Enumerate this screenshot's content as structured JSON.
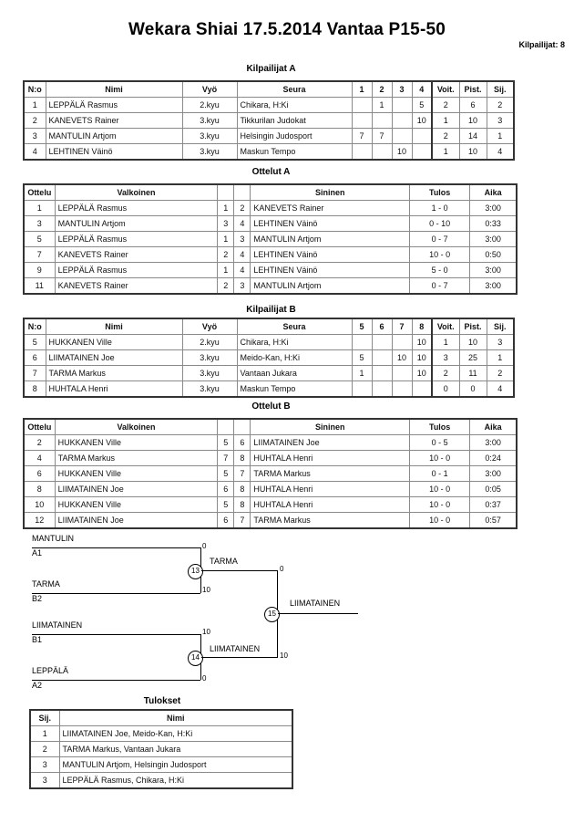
{
  "header": {
    "title": "Wekara Shiai  17.5.2014  Vantaa   P15-50",
    "competitors_label": "Kilpailijat: 8"
  },
  "pool_a": {
    "caption": "Kilpailijat A",
    "columns": [
      "N:o",
      "Nimi",
      "Vyö",
      "Seura",
      "1",
      "2",
      "3",
      "4",
      "Voit.",
      "Pist.",
      "Sij."
    ],
    "rows": [
      {
        "no": "1",
        "name": "LEPPÄLÄ Rasmus",
        "belt": "2.kyu",
        "club": "Chikara, H:Ki",
        "m": [
          "",
          "1",
          "",
          "5"
        ],
        "wins": "2",
        "points": "6",
        "rank": "2"
      },
      {
        "no": "2",
        "name": "KANEVETS Rainer",
        "belt": "3.kyu",
        "club": "Tikkurilan Judokat",
        "m": [
          "",
          "",
          "",
          "10"
        ],
        "wins": "1",
        "points": "10",
        "rank": "3"
      },
      {
        "no": "3",
        "name": "MANTULIN Artjom",
        "belt": "3.kyu",
        "club": "Helsingin Judosport",
        "m": [
          "7",
          "7",
          "",
          ""
        ],
        "wins": "2",
        "points": "14",
        "rank": "1"
      },
      {
        "no": "4",
        "name": "LEHTINEN Väinö",
        "belt": "3.kyu",
        "club": "Maskun Tempo",
        "m": [
          "",
          "",
          "10",
          ""
        ],
        "wins": "1",
        "points": "10",
        "rank": "4"
      }
    ]
  },
  "matches_a": {
    "caption": "Ottelut A",
    "columns": [
      "Ottelu",
      "Valkoinen",
      "",
      "",
      "Sininen",
      "Tulos",
      "Aika"
    ],
    "rows": [
      {
        "no": "1",
        "white": "LEPPÄLÄ Rasmus",
        "wn": "1",
        "bn": "2",
        "blue": "KANEVETS Rainer",
        "result": "1 - 0",
        "time": "3:00"
      },
      {
        "no": "3",
        "white": "MANTULIN Artjom",
        "wn": "3",
        "bn": "4",
        "blue": "LEHTINEN Väinö",
        "result": "0 - 10",
        "time": "0:33"
      },
      {
        "no": "5",
        "white": "LEPPÄLÄ Rasmus",
        "wn": "1",
        "bn": "3",
        "blue": "MANTULIN Artjom",
        "result": "0 - 7",
        "time": "3:00"
      },
      {
        "no": "7",
        "white": "KANEVETS Rainer",
        "wn": "2",
        "bn": "4",
        "blue": "LEHTINEN Väinö",
        "result": "10 - 0",
        "time": "0:50"
      },
      {
        "no": "9",
        "white": "LEPPÄLÄ Rasmus",
        "wn": "1",
        "bn": "4",
        "blue": "LEHTINEN Väinö",
        "result": "5 - 0",
        "time": "3:00"
      },
      {
        "no": "11",
        "white": "KANEVETS Rainer",
        "wn": "2",
        "bn": "3",
        "blue": "MANTULIN Artjom",
        "result": "0 - 7",
        "time": "3:00"
      }
    ]
  },
  "pool_b": {
    "caption": "Kilpailijat B",
    "columns": [
      "N:o",
      "Nimi",
      "Vyö",
      "Seura",
      "5",
      "6",
      "7",
      "8",
      "Voit.",
      "Pist.",
      "Sij."
    ],
    "rows": [
      {
        "no": "5",
        "name": "HUKKANEN Ville",
        "belt": "2.kyu",
        "club": "Chikara, H:Ki",
        "m": [
          "",
          "",
          "",
          "10"
        ],
        "wins": "1",
        "points": "10",
        "rank": "3"
      },
      {
        "no": "6",
        "name": "LIIMATAINEN Joe",
        "belt": "3.kyu",
        "club": "Meido-Kan, H:Ki",
        "m": [
          "5",
          "",
          "10",
          "10"
        ],
        "wins": "3",
        "points": "25",
        "rank": "1"
      },
      {
        "no": "7",
        "name": "TARMA Markus",
        "belt": "3.kyu",
        "club": "Vantaan Jukara",
        "m": [
          "1",
          "",
          "",
          "10"
        ],
        "wins": "2",
        "points": "11",
        "rank": "2"
      },
      {
        "no": "8",
        "name": "HUHTALA Henri",
        "belt": "3.kyu",
        "club": "Maskun Tempo",
        "m": [
          "",
          "",
          "",
          ""
        ],
        "wins": "0",
        "points": "0",
        "rank": "4"
      }
    ]
  },
  "matches_b": {
    "caption": "Ottelut B",
    "columns": [
      "Ottelu",
      "Valkoinen",
      "",
      "",
      "Sininen",
      "Tulos",
      "Aika"
    ],
    "rows": [
      {
        "no": "2",
        "white": "HUKKANEN Ville",
        "wn": "5",
        "bn": "6",
        "blue": "LIIMATAINEN Joe",
        "result": "0 - 5",
        "time": "3:00"
      },
      {
        "no": "4",
        "white": "TARMA Markus",
        "wn": "7",
        "bn": "8",
        "blue": "HUHTALA Henri",
        "result": "10 - 0",
        "time": "0:24"
      },
      {
        "no": "6",
        "white": "HUKKANEN Ville",
        "wn": "5",
        "bn": "7",
        "blue": "TARMA Markus",
        "result": "0 - 1",
        "time": "3:00"
      },
      {
        "no": "8",
        "white": "LIIMATAINEN Joe",
        "wn": "6",
        "bn": "8",
        "blue": "HUHTALA Henri",
        "result": "10 - 0",
        "time": "0:05"
      },
      {
        "no": "10",
        "white": "HUKKANEN Ville",
        "wn": "5",
        "bn": "8",
        "blue": "HUHTALA Henri",
        "result": "10 - 0",
        "time": "0:37"
      },
      {
        "no": "12",
        "white": "LIIMATAINEN Joe",
        "wn": "6",
        "bn": "7",
        "blue": "TARMA Markus",
        "result": "10 - 0",
        "time": "0:57"
      }
    ]
  },
  "bracket": {
    "seeds": [
      {
        "name": "MANTULIN",
        "seed": "A1",
        "score": "0"
      },
      {
        "name": "TARMA",
        "seed": "B2",
        "score": "10"
      },
      {
        "name": "LIIMATAINEN",
        "seed": "B1",
        "score": "10"
      },
      {
        "name": "LEPPÄLÄ",
        "seed": "A2",
        "score": "0"
      }
    ],
    "semis": [
      {
        "number": "13",
        "winner": "TARMA",
        "score": "0"
      },
      {
        "number": "14",
        "winner": "LIIMATAINEN",
        "score": "10"
      }
    ],
    "final": {
      "number": "15",
      "winner": "LIIMATAINEN"
    }
  },
  "results": {
    "caption": "Tulokset",
    "columns": [
      "Sij.",
      "Nimi"
    ],
    "rows": [
      {
        "rank": "1",
        "name": "LIIMATAINEN Joe, Meido-Kan, H:Ki"
      },
      {
        "rank": "2",
        "name": "TARMA Markus, Vantaan Jukara"
      },
      {
        "rank": "3",
        "name": "MANTULIN Artjom, Helsingin Judosport"
      },
      {
        "rank": "3",
        "name": "LEPPÄLÄ Rasmus, Chikara, H:Ki"
      }
    ]
  }
}
